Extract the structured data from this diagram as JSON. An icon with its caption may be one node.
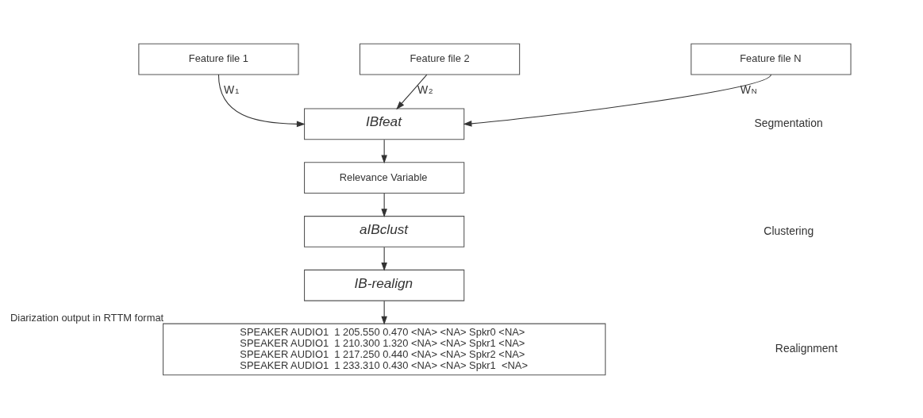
{
  "diagram": {
    "nodes": [
      {
        "text": [
          "Feature file 1"
        ]
      },
      {
        "text": [
          "Feature file 2"
        ]
      },
      {
        "text": [
          "Feature file N"
        ]
      },
      {
        "text": [
          "IBfeat"
        ]
      },
      {
        "text": [
          "Relevance Variable"
        ]
      },
      {
        "text": [
          "aIBclust"
        ]
      },
      {
        "text": [
          "IB-realign"
        ]
      },
      {
        "text": [
          "SPEAKER AUDIO1  1 205.550 0.470 <NA> <NA> Spkr0 <NA>",
          "SPEAKER AUDIO1  1 210.300 1.320 <NA> <NA> Spkr1 <NA>",
          "SPEAKER AUDIO1  1 217.250 0.440 <NA> <NA> Spkr2 <NA>",
          "SPEAKER AUDIO1  1 233.310 0.430 <NA> <NA> Spkr1  <NA>"
        ],
        "beside": [
          "Diarization output in RTTM format"
        ]
      }
    ],
    "edges": [
      {
        "from": 0,
        "to": 3,
        "arrow": "to",
        "label": "W$_{1}$"
      },
      {
        "from": 1,
        "to": 3,
        "arrow": "to",
        "label": "W$_{2}$"
      },
      {
        "from": 2,
        "to": 3,
        "arrow": "to",
        "label": "W$_{N}$"
      },
      {
        "from": 3,
        "to": 4,
        "arrow": "to"
      },
      {
        "from": 4,
        "to": 5,
        "arrow": "to"
      },
      {
        "from": 5,
        "to": 6,
        "arrow": "to"
      },
      {
        "from": 6,
        "to": 7,
        "arrow": "to"
      }
    ],
    "labels": [
      "Segmentation",
      "Clustering",
      "Realignment"
    ]
  }
}
